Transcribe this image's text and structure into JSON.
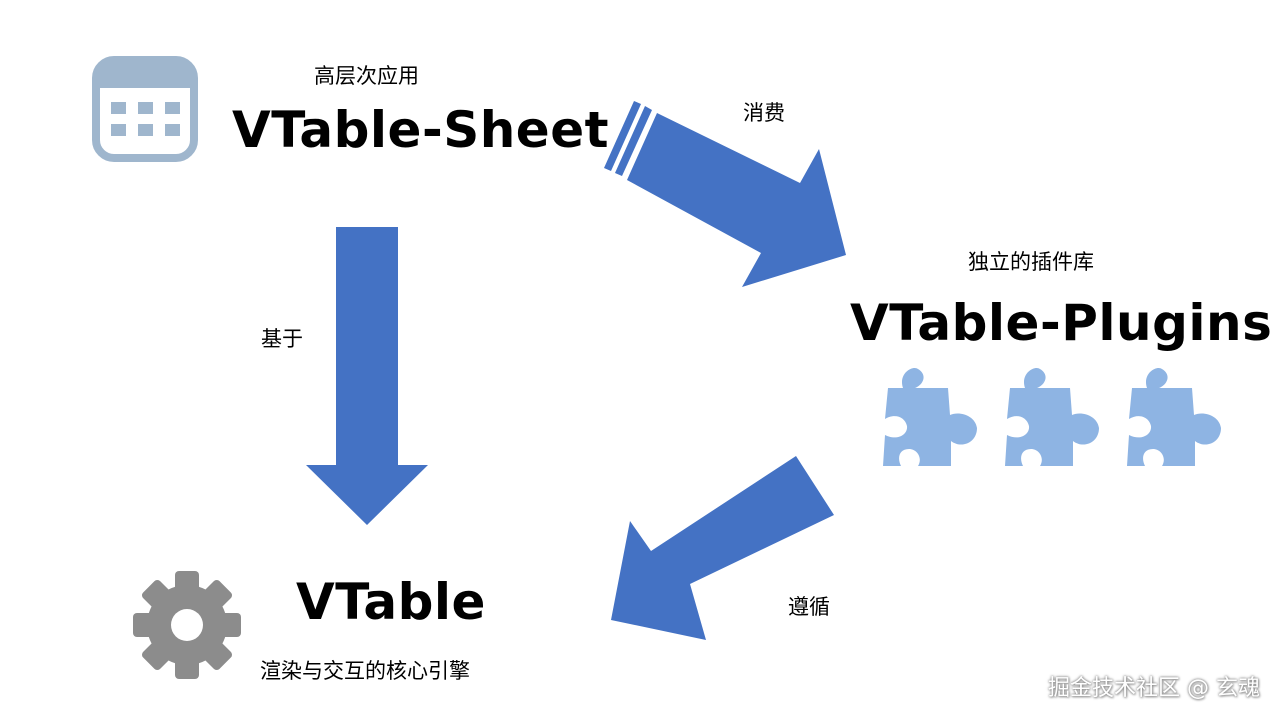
{
  "sheet": {
    "caption": "高层次应用",
    "title": "VTable-Sheet"
  },
  "plugins": {
    "caption": "独立的插件库",
    "title": "VTable-Plugins"
  },
  "vtable": {
    "title": "VTable",
    "caption": "渲染与交互的核心引擎"
  },
  "edges": {
    "consume": "消费",
    "based_on": "基于",
    "follow": "遵循"
  },
  "icons": {
    "sheet": "calendar-grid-icon",
    "plugins": "puzzle-piece-icon",
    "vtable": "gear-icon"
  },
  "colors": {
    "arrow": "#4472C4",
    "puzzle": "#8EB4E3",
    "calendar": "#9FB6CD",
    "gear": "#8C8C8C"
  },
  "watermark": "掘金技术社区 @ 玄魂"
}
